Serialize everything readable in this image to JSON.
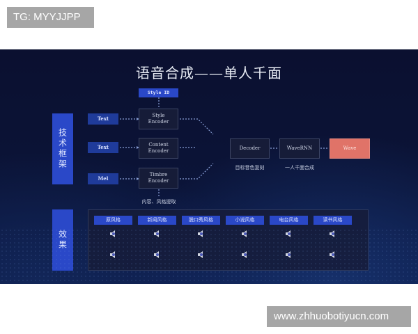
{
  "watermarks": {
    "top_left": "TG: MYYJJPP",
    "bottom_right": "www.zhhuobotiyucn.com"
  },
  "slide": {
    "title": "语音合成——单人千面",
    "framework_label": "技术框架",
    "effects_label": "效果",
    "style_id": "Style ID",
    "inputs": [
      {
        "label": "Text"
      },
      {
        "label": "Text"
      },
      {
        "label": "Mel"
      }
    ],
    "encoders": [
      {
        "line1": "Style",
        "line2": "Encoder"
      },
      {
        "line1": "Content",
        "line2": "Encoder"
      },
      {
        "line1": "Timbre",
        "line2": "Encoder"
      }
    ],
    "encoder_caption": "内容、风格提取",
    "decoder": {
      "label": "Decoder",
      "caption": "目标音色复刻"
    },
    "vocoder": {
      "label": "WaveRNN",
      "caption": "一人千面合成"
    },
    "output": {
      "label": "Wave",
      "color": "#e07368"
    },
    "styles": [
      {
        "label": "原风格"
      },
      {
        "label": "新闻风格"
      },
      {
        "label": "脱口秀风格"
      },
      {
        "label": "小说风格"
      },
      {
        "label": "电台风格"
      },
      {
        "label": "读书风格"
      }
    ],
    "audio_rows": 2,
    "accent_color": "#2a48c8"
  }
}
